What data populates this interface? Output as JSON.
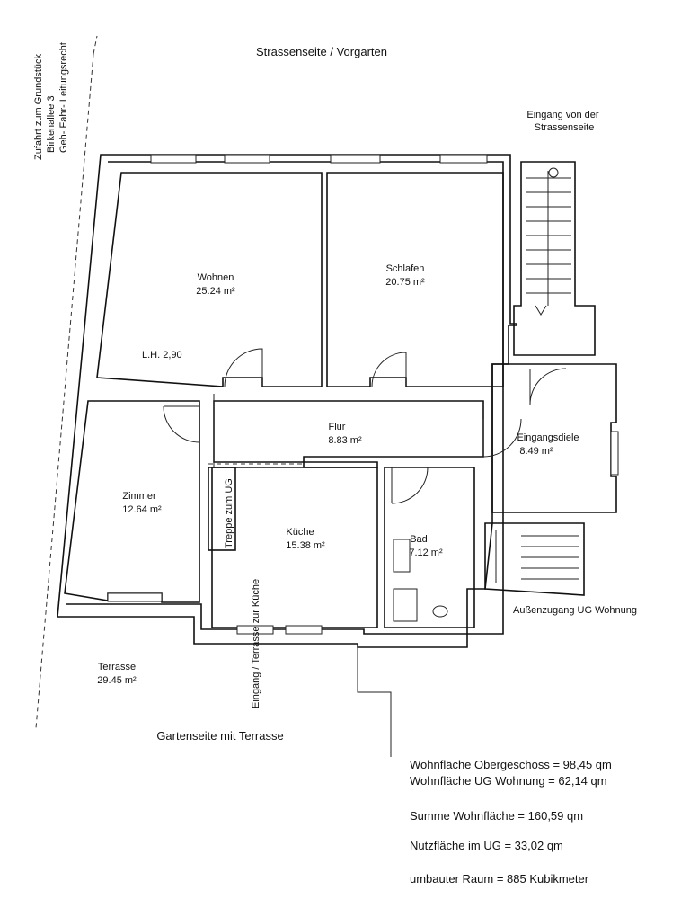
{
  "header": {
    "street_side": "Strassenseite / Vorgarten",
    "entrance_street": "Eingang von der Strassenseite",
    "side_note_lines": [
      "Zufahrt zum Grundstück",
      "Birkenallee 3",
      "Geh- Fahr- Leitungsrecht"
    ]
  },
  "rooms": {
    "wohnen": {
      "name": "Wohnen",
      "area": "25.24 m²"
    },
    "schlafen": {
      "name": "Schlafen",
      "area": "20.75 m²"
    },
    "flur": {
      "name": "Flur",
      "area": "8.83 m²"
    },
    "eingangsdiele": {
      "name": "Eingangsdiele",
      "area": "8.49 m²"
    },
    "zimmer": {
      "name": "Zimmer",
      "area": "12.64 m²"
    },
    "kueche": {
      "name": "Küche",
      "area": "15.38 m²"
    },
    "bad": {
      "name": "Bad",
      "area": "7.12 m²"
    },
    "terrasse": {
      "name": "Terrasse",
      "area": "29.45 m²"
    }
  },
  "labels": {
    "room_height": "L.H. 2,90",
    "stairs_ug": "Treppe zum UG",
    "entrance_terrace": "Eingang / Terrasse zur Küche",
    "outside_access": "Außenzugang UG Wohnung",
    "garden_side": "Gartenseite mit Terrasse"
  },
  "summary": {
    "line1": "Wohnfläche Obergeschoss = 98,45 qm",
    "line2": "Wohnfläche UG Wohnung = 62,14 qm",
    "line3": "Summe Wohnfläche = 160,59 qm",
    "line4": "Nutzfläche im UG = 33,02 qm",
    "line5": "umbauter Raum = 885 Kubikmeter"
  }
}
